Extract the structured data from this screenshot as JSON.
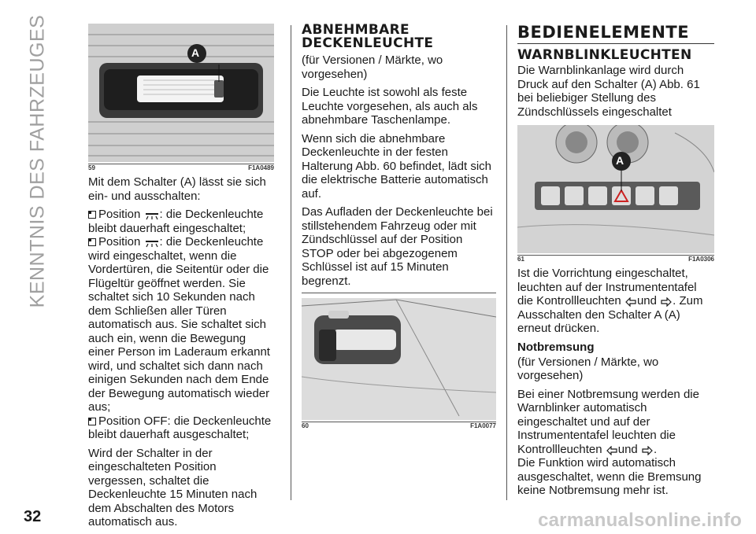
{
  "sidebar_title": "KENNTNIS DES FAHRZEUGES",
  "page_number": "32",
  "watermark": "carmanualsonline.info",
  "col1": {
    "figure": {
      "label_a": "A",
      "number": "59",
      "code": "F1A0489"
    },
    "intro": "Mit dem Schalter (A) lässt sie sich ein- und ausschalten:",
    "item1_pre": "Position",
    "item1_post": ": die Deckenleuchte bleibt dauerhaft eingeschaltet;",
    "item2_pre": "Position",
    "item2_post": ": die Deckenleuchte wird eingeschaltet, wenn die Vordertüren, die Seitentür oder die Flügeltür geöffnet werden. Sie schaltet sich 10 Sekunden nach dem Schließen aller Türen automatisch aus. Sie schaltet sich auch ein, wenn die Bewegung einer Person im Laderaum erkannt wird, und schaltet sich dann nach einigen Sekunden nach dem Ende der Bewegung automatisch wieder aus;",
    "item3": "Position OFF: die Deckenleuchte bleibt dauerhaft ausgeschaltet;",
    "para": "Wird der Schalter in der eingeschalteten Position vergessen, schaltet die Deckenleuchte 15 Minuten nach dem Abschalten des Motors automatisch aus."
  },
  "col2": {
    "heading_line1": "ABNEHMBARE",
    "heading_line2": "DECKENLEUCHTE",
    "sub": "(für Versionen / Märkte, wo vorgesehen)",
    "p1": "Die Leuchte ist sowohl als feste Leuchte vorgesehen, als auch als abnehmbare Taschenlampe.",
    "p2": "Wenn sich die abnehmbare Deckenleuchte in der festen Halterung Abb. 60 befindet, lädt sich die elektrische Batterie automatisch auf.",
    "p3": "Das Aufladen der Deckenleuchte bei stillstehendem Fahrzeug oder mit Zündschlüssel auf der Position STOP oder bei abgezogenem Schlüssel ist auf 15 Minuten begrenzt.",
    "figure": {
      "number": "60",
      "code": "F1A0077"
    }
  },
  "col3": {
    "heading": "BEDIENELEMENTE",
    "subheading": "WARNBLINKLEUCHTEN",
    "p1": "Die Warnblinkanlage wird durch Druck auf den Schalter (A) Abb. 61 bei beliebiger Stellung des Zündschlüssels eingeschaltet",
    "figure": {
      "label_a": "A",
      "number": "61",
      "code": "F1A0306"
    },
    "p2_a": "Ist die Vorrichtung eingeschaltet, leuchten auf der Instrumententafel die Kontrollleuchten",
    "p2_b": "und",
    "p2_c": ". Zum Ausschalten den Schalter A (A) erneut drücken.",
    "h_notbremsung": "Notbremsung",
    "sub2": "(für Versionen / Märkte, wo vorgesehen)",
    "p3_a": "Bei einer Notbremsung werden die Warnblinker automatisch eingeschaltet und auf der Instrumententafel leuchten die Kontrollleuchten",
    "p3_b": "und",
    "p3_c": ".",
    "p4": "Die Funktion wird automatisch ausgeschaltet, wenn die Bremsung keine Notbremsung mehr ist."
  },
  "icons": {
    "bullet": "checkbox-bullet-icon",
    "lamp": "interior-lamp-icon",
    "turn_left": "turn-signal-left-icon",
    "turn_right": "turn-signal-right-icon"
  }
}
